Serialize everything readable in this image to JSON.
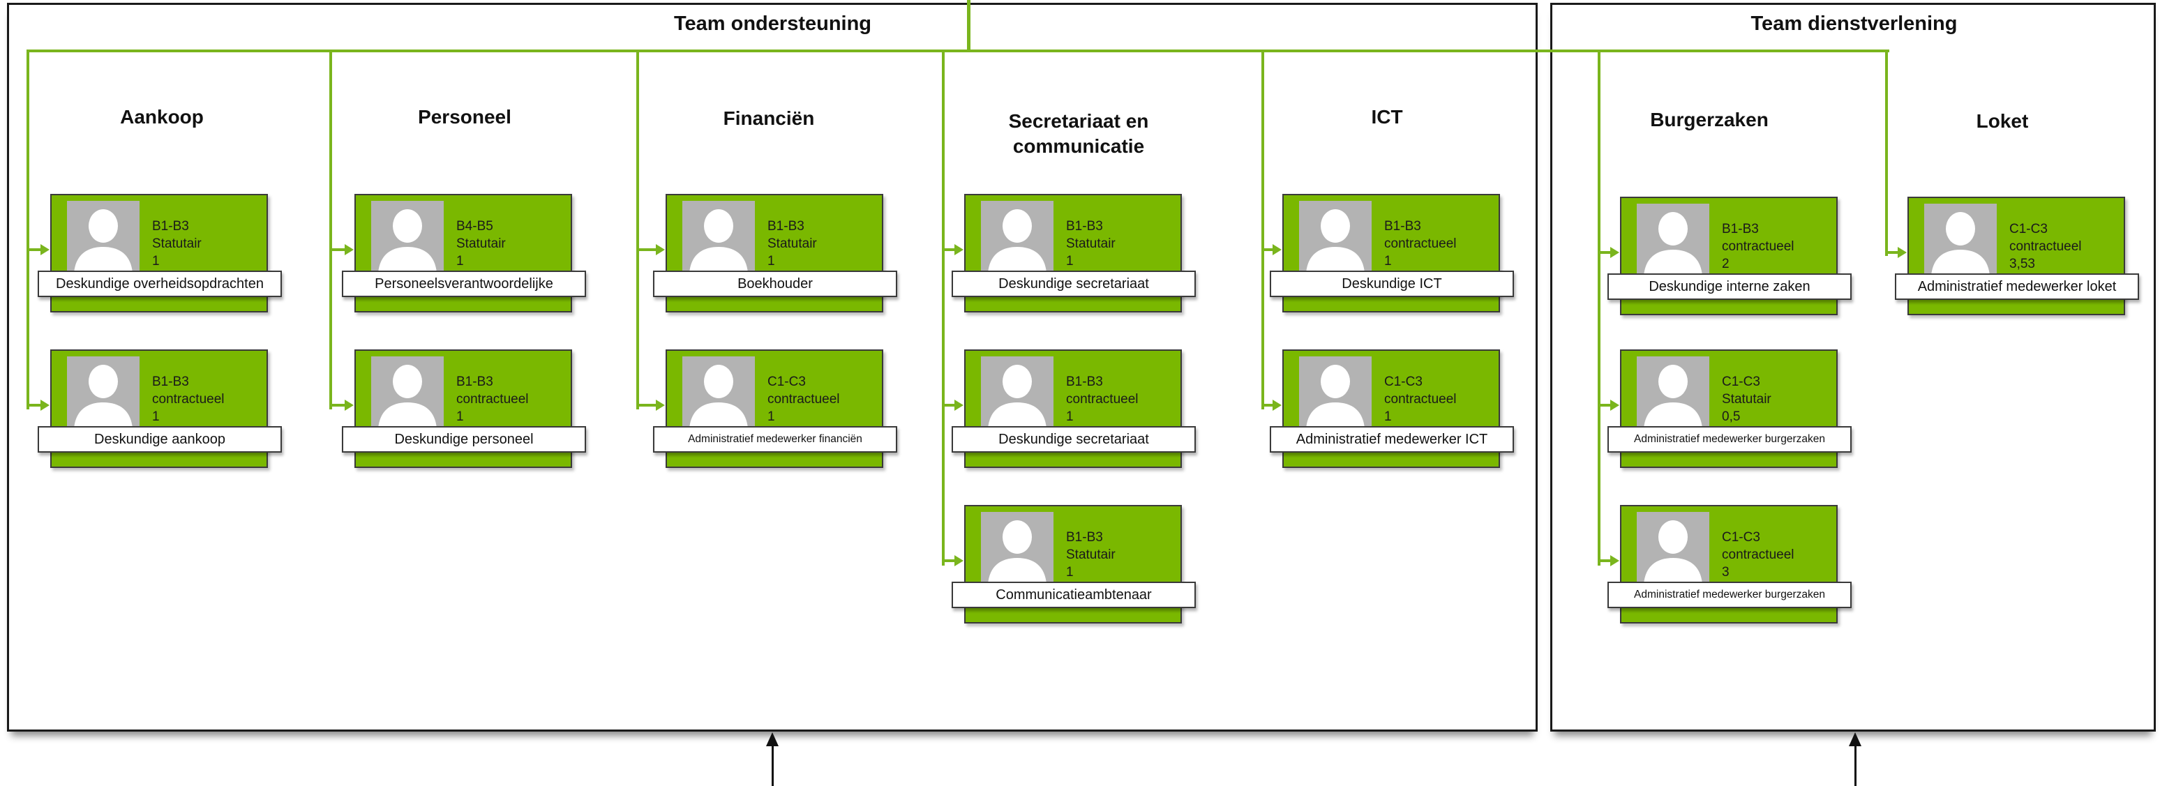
{
  "teams": [
    {
      "name": "Team ondersteuning",
      "departments": [
        {
          "name": "Aankoop",
          "positions": [
            {
              "grade": "B1-B3",
              "status": "Statutair",
              "fte": "1",
              "title": "Deskundige overheidsopdrachten"
            },
            {
              "grade": "B1-B3",
              "status": "contractueel",
              "fte": "1",
              "title": "Deskundige aankoop"
            }
          ]
        },
        {
          "name": "Personeel",
          "positions": [
            {
              "grade": "B4-B5",
              "status": "Statutair",
              "fte": "1",
              "title": "Personeelsverantwoordelijke"
            },
            {
              "grade": "B1-B3",
              "status": "contractueel",
              "fte": "1",
              "title": "Deskundige personeel"
            }
          ]
        },
        {
          "name": "Financiën",
          "positions": [
            {
              "grade": "B1-B3",
              "status": "Statutair",
              "fte": "1",
              "title": "Boekhouder"
            },
            {
              "grade": "C1-C3",
              "status": "contractueel",
              "fte": "1",
              "title": "Administratief medewerker financiën"
            }
          ]
        },
        {
          "name": "Secretariaat en communicatie",
          "positions": [
            {
              "grade": "B1-B3",
              "status": "Statutair",
              "fte": "1",
              "title": "Deskundige secretariaat"
            },
            {
              "grade": "B1-B3",
              "status": "contractueel",
              "fte": "1",
              "title": "Deskundige secretariaat"
            },
            {
              "grade": "B1-B3",
              "status": "Statutair",
              "fte": "1",
              "title": "Communicatieambtenaar"
            }
          ]
        },
        {
          "name": "ICT",
          "positions": [
            {
              "grade": "B1-B3",
              "status": "contractueel",
              "fte": "1",
              "title": "Deskundige ICT"
            },
            {
              "grade": "C1-C3",
              "status": "contractueel",
              "fte": "1",
              "title": "Administratief medewerker ICT"
            }
          ]
        }
      ]
    },
    {
      "name": "Team dienstverlening",
      "departments": [
        {
          "name": "Burgerzaken",
          "positions": [
            {
              "grade": "B1-B3",
              "status": "contractueel",
              "fte": "2",
              "title": "Deskundige interne zaken"
            },
            {
              "grade": "C1-C3",
              "status": "Statutair",
              "fte": "0,5",
              "title": "Administratief medewerker burgerzaken"
            },
            {
              "grade": "C1-C3",
              "status": "contractueel",
              "fte": "3",
              "title": "Administratief medewerker burgerzaken"
            }
          ]
        },
        {
          "name": "Loket",
          "positions": [
            {
              "grade": "C1-C3",
              "status": "contractueel",
              "fte": "3,53",
              "title": "Administratief medewerker loket"
            }
          ]
        }
      ]
    }
  ],
  "colors": {
    "connector": "#7ab51d",
    "card": "#7ab800",
    "photo": "#b3b3b3"
  },
  "icons": {
    "photo": "person-silhouette-icon",
    "external": "arrow-up-icon"
  }
}
